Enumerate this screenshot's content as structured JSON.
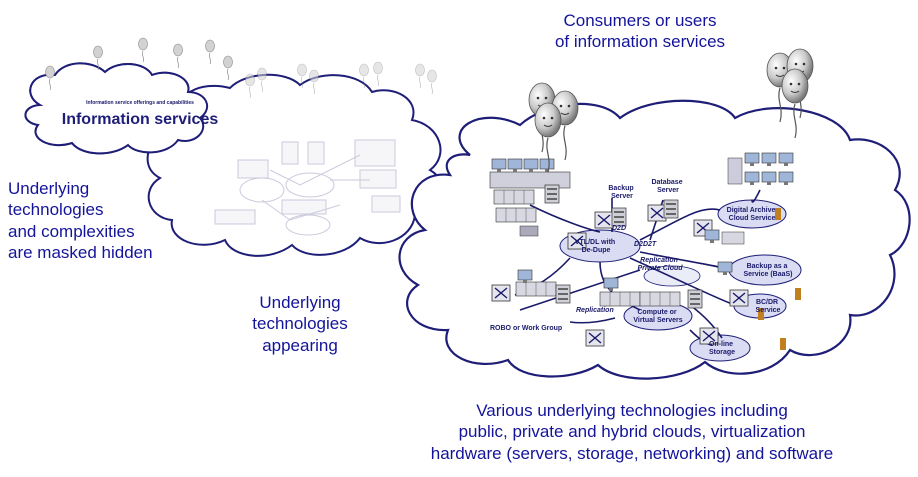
{
  "captions": {
    "consumers": [
      "Consumers or users",
      "of information services"
    ],
    "masked": [
      "Underlying",
      "technologies",
      "and complexities",
      "are masked hidden"
    ],
    "appearing": [
      "Underlying",
      "technologies",
      "appearing"
    ],
    "various": [
      "Various underlying technologies including",
      "public, private and hybrid clouds, virtualization",
      "hardware (servers, storage, networking) and software"
    ]
  },
  "small_cloud": {
    "header": "Information service offerings and capabilities",
    "title": "Information services"
  },
  "big_cloud": {
    "nodes": {
      "backup_server": [
        "Backup",
        "Server"
      ],
      "database_server": [
        "Database",
        "Server"
      ],
      "digital_archive": [
        "Digital Archive",
        "Cloud Service"
      ],
      "backup_service": [
        "Backup as a",
        "Service (BaaS)"
      ],
      "bcdr": [
        "BC/DR",
        "Service"
      ],
      "vtl": [
        "VTL/DL with",
        "De-Dupe"
      ],
      "replication_private": [
        "Replication",
        "Private Cloud"
      ],
      "compute": [
        "Compute or",
        "Virtual Servers"
      ],
      "online_storage": [
        "On-line",
        "Storage"
      ],
      "robo": "ROBO or Work Group",
      "replication": "Replication",
      "d2d": "D2D",
      "d2d2t": "D2D2T"
    }
  },
  "colors": {
    "text": "#14149a",
    "cloud_outline": "#1e1e78",
    "cloud_fill": "#eef0fb",
    "balloon": "#c9c9c9"
  }
}
